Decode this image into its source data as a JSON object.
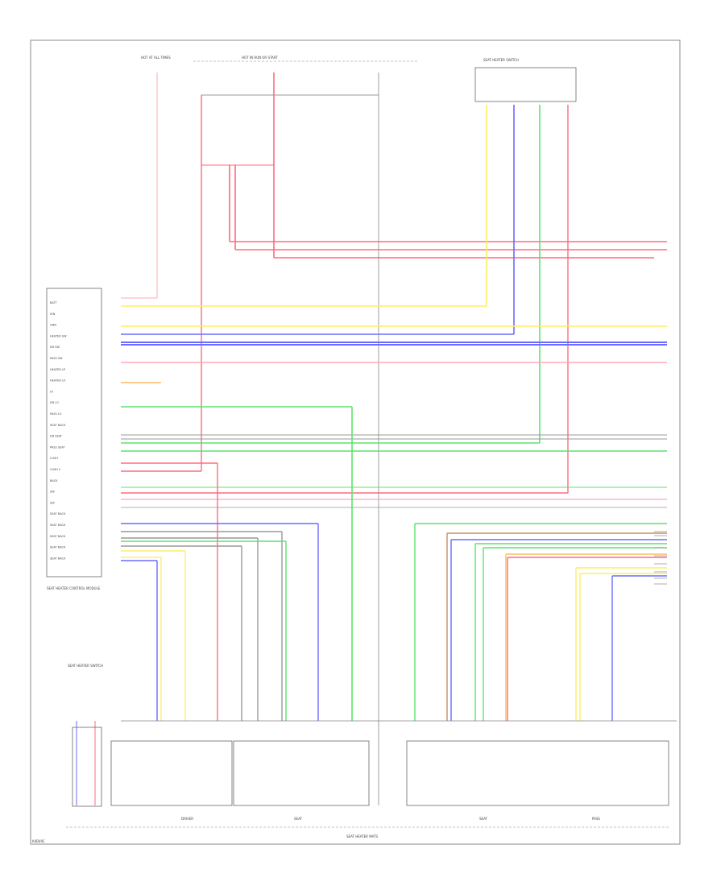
{
  "diagram": {
    "page_id": "K4B49C",
    "title_bottom": "SEAT HEATER MATS",
    "top_labels": {
      "fuse_left": "HOT AT ALL TIMES",
      "fuse_mid": "HOT IN RUN OR START",
      "relay_box": "SEAT HEATER SWITCH"
    },
    "module": {
      "name": "SEAT HEATER CONTROL MODULE",
      "pins": [
        "BATT",
        "IGN",
        "GND",
        "HEATER SW",
        "DR SW",
        "PASS SW",
        "HEATER LP",
        "HEATER LO",
        "HI",
        "DR LO",
        "PASS LO",
        "SEAT BACK",
        "DR SEAT",
        "PASS SEAT",
        "CUSH",
        "CUSH 2",
        "BACK",
        "SW",
        "SW",
        "SEAT BACK",
        "SEAT BACK",
        "SEAT BACK",
        "SEAT BACK",
        "SEAT BACK"
      ]
    },
    "groups": [
      "DRIVER",
      "SEAT",
      "SEAT",
      "PASS"
    ],
    "left_switch": "SEAT HEATER SWITCH"
  },
  "colors": {
    "red": "#ff6b7d",
    "pink": "#ffa8b5",
    "green": "#5ae46b",
    "blue": "#6b6bff",
    "yellow": "#ffee66",
    "orange": "#ffbb66",
    "gray": "#999999",
    "black": "#444444",
    "brown": "#c89060"
  }
}
